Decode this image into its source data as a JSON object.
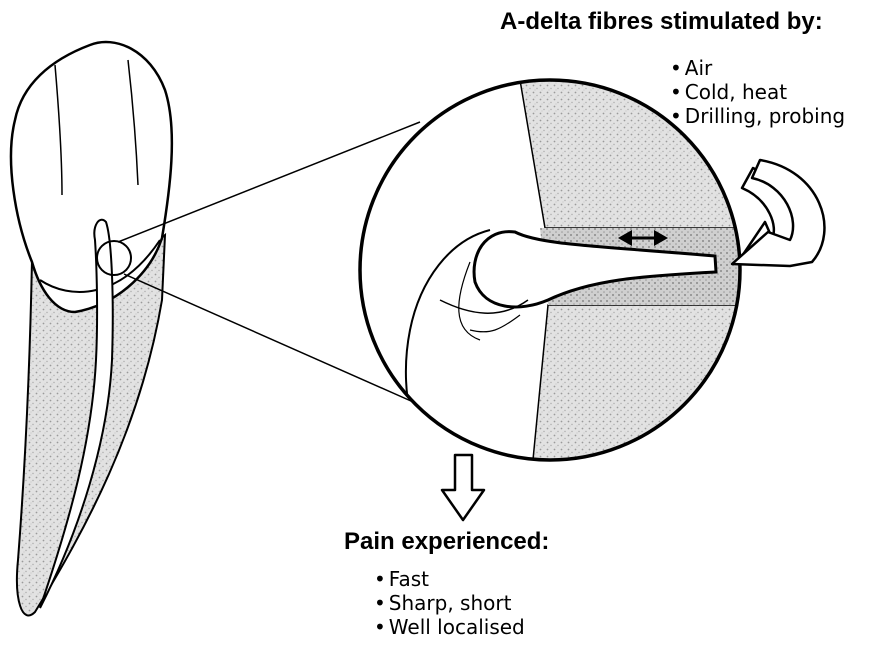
{
  "stimuli": {
    "heading": "A-delta fibres stimulated by:",
    "items": [
      "Air",
      "Cold, heat",
      "Drilling, probing"
    ]
  },
  "pain": {
    "heading": "Pain experienced:",
    "items": [
      "Fast",
      "Sharp, short",
      "Well localised"
    ]
  }
}
